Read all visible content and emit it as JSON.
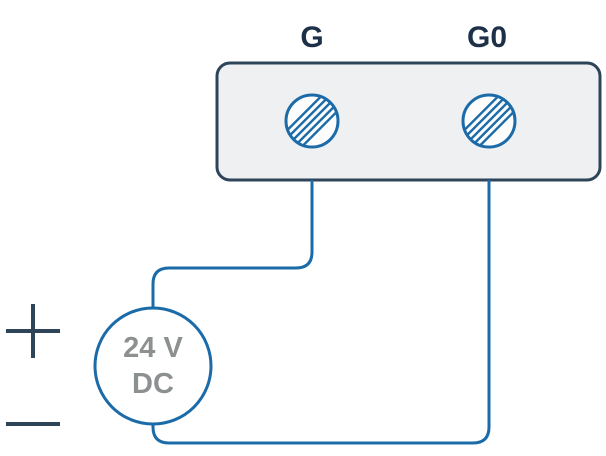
{
  "diagram": {
    "type": "wiring-diagram",
    "terminal_block": {
      "terminals": [
        {
          "label": "G"
        },
        {
          "label": "G0"
        }
      ]
    },
    "power_source": {
      "label_line1": "24 V",
      "label_line2": "DC"
    },
    "polarity": {
      "positive_symbol": "+",
      "negative_symbol": "−"
    },
    "colors": {
      "wire_blue": "#1b6ba9",
      "outline_navy": "#2e4459",
      "terminal_label_navy": "#1d3048",
      "source_text_gray": "#8d9091",
      "block_fill": "#eef0f1",
      "background": "#ffffff"
    }
  }
}
